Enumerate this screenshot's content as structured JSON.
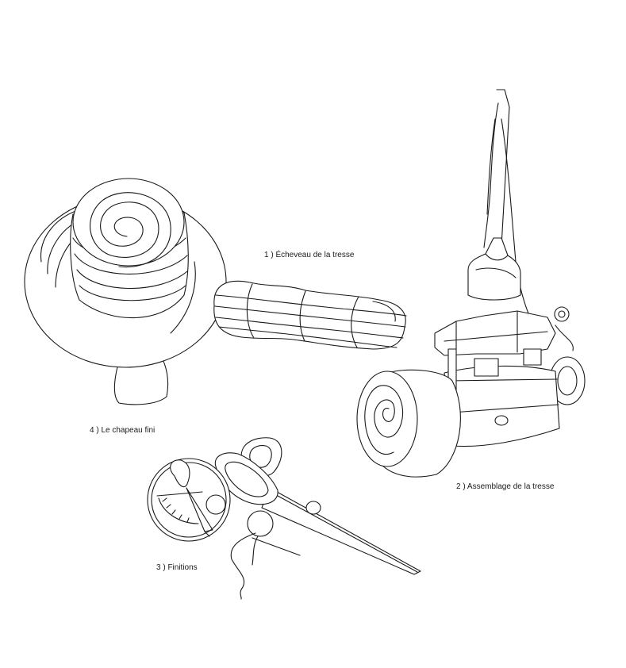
{
  "labels": {
    "step1": "1 ) Écheveau de la tresse",
    "step2": "2 ) Assemblage de la tresse",
    "step3": "3 ) Finitions",
    "step4": "4 ) Le chapeau fini"
  },
  "colors": {
    "ink": "#1a1a1a",
    "paper": "#ffffff"
  },
  "icons": [
    "hat-illustration",
    "braid-skein-illustration",
    "sewing-machine-illustration",
    "scissors-illustration",
    "needle-thread-illustration",
    "measuring-tape-illustration"
  ]
}
